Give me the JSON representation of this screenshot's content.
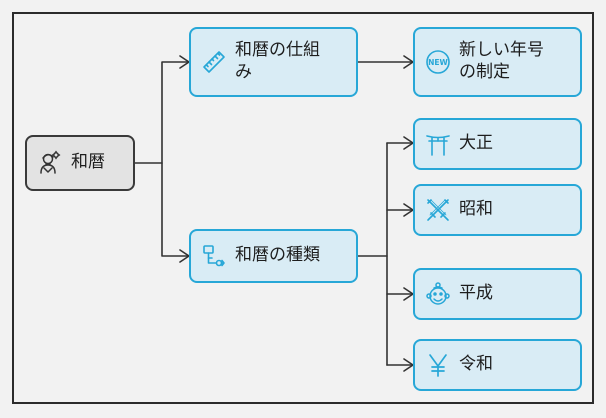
{
  "colors": {
    "accent": "#27a7d7",
    "node_fill": "#d9ecf5",
    "root_fill": "#e3e3e3",
    "line": "#333333"
  },
  "nodes": {
    "root": {
      "label": "和暦",
      "icon": "person-with-flower-icon"
    },
    "system": {
      "label": "和暦の仕組\nみ",
      "icon": "ruler-icon"
    },
    "new_era": {
      "label": "新しい年号\nの制定",
      "icon": "new-badge-icon"
    },
    "types": {
      "label": "和暦の種類",
      "icon": "hierarchy-icon"
    },
    "taisho": {
      "label": "大正",
      "icon": "torii-gate-icon"
    },
    "showa": {
      "label": "昭和",
      "icon": "crossed-swords-icon"
    },
    "heisei": {
      "label": "平成",
      "icon": "monkey-face-icon"
    },
    "reiwa": {
      "label": "令和",
      "icon": "yen-icon"
    }
  }
}
